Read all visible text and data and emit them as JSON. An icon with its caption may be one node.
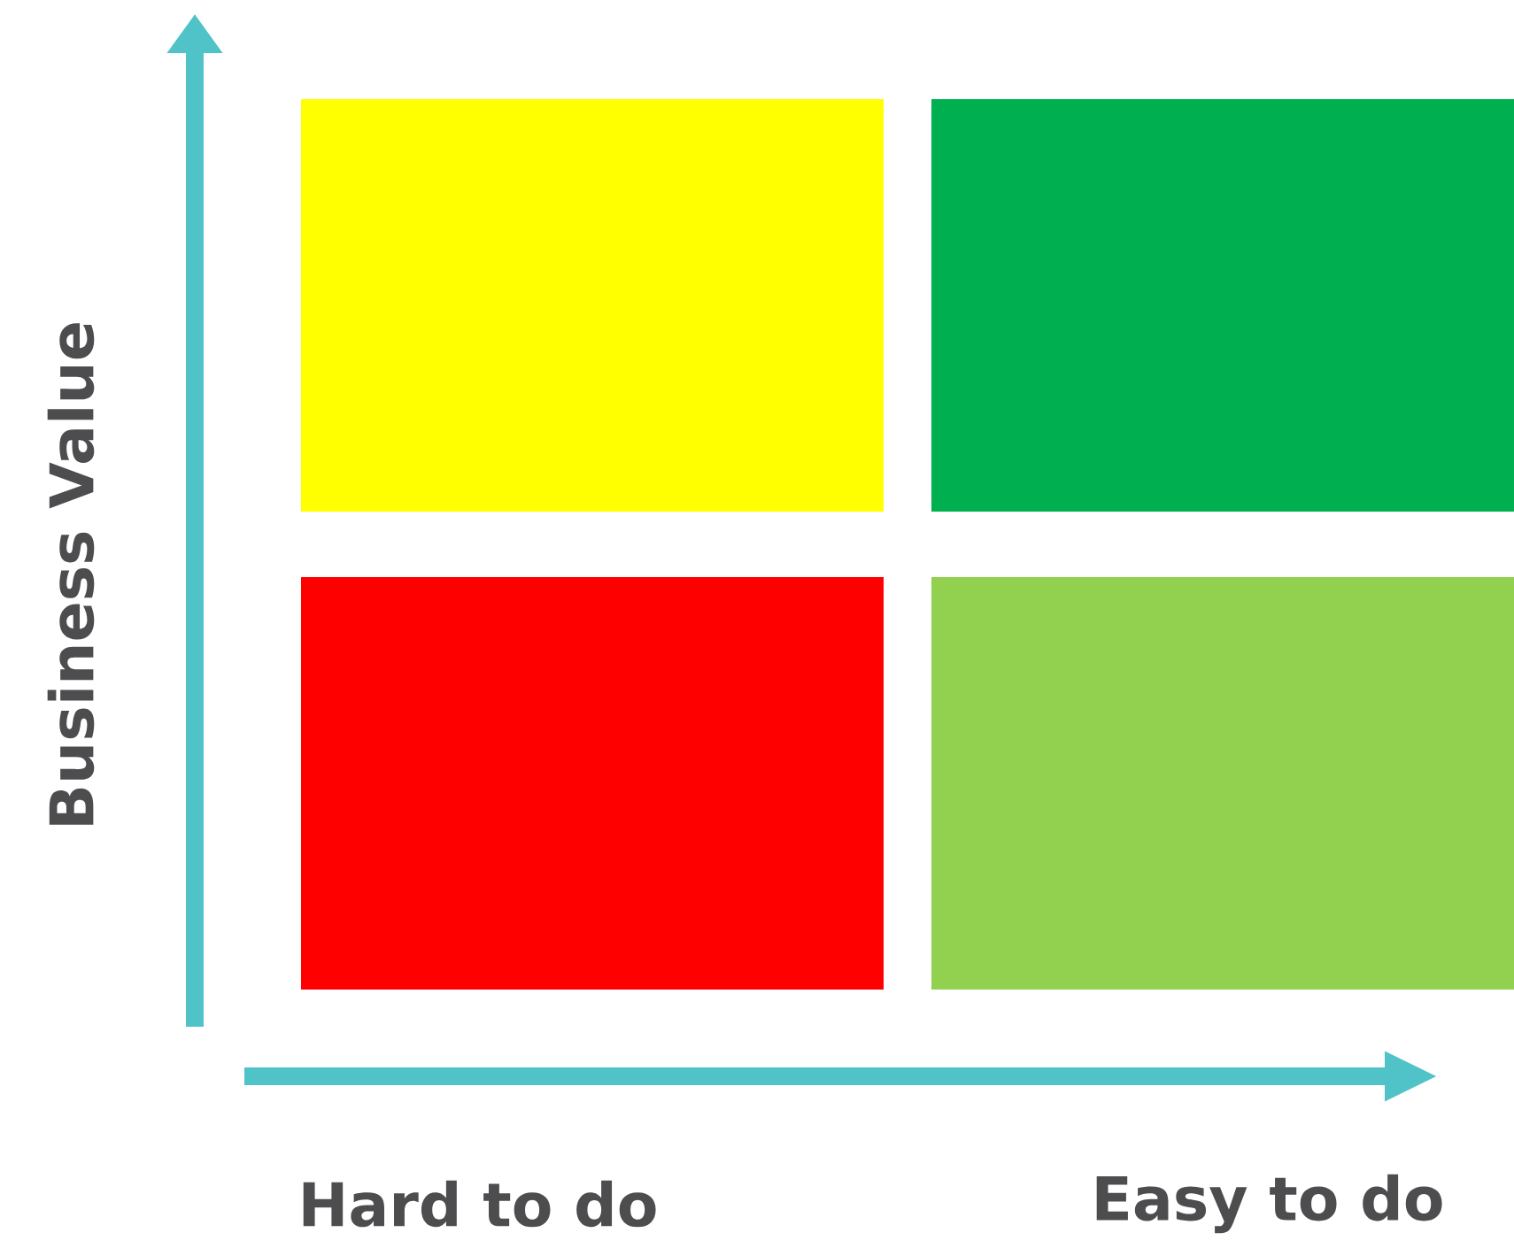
{
  "diagram": {
    "nodes": [
      {
        "text": [],
        "shape": "box"
      },
      {
        "text": [],
        "shape": "box"
      },
      {
        "text": [],
        "shape": "box"
      },
      {
        "text": [],
        "shape": "box"
      }
    ],
    "labels": [
      "Business Value",
      "Hard to do",
      "Easy to do"
    ]
  }
}
